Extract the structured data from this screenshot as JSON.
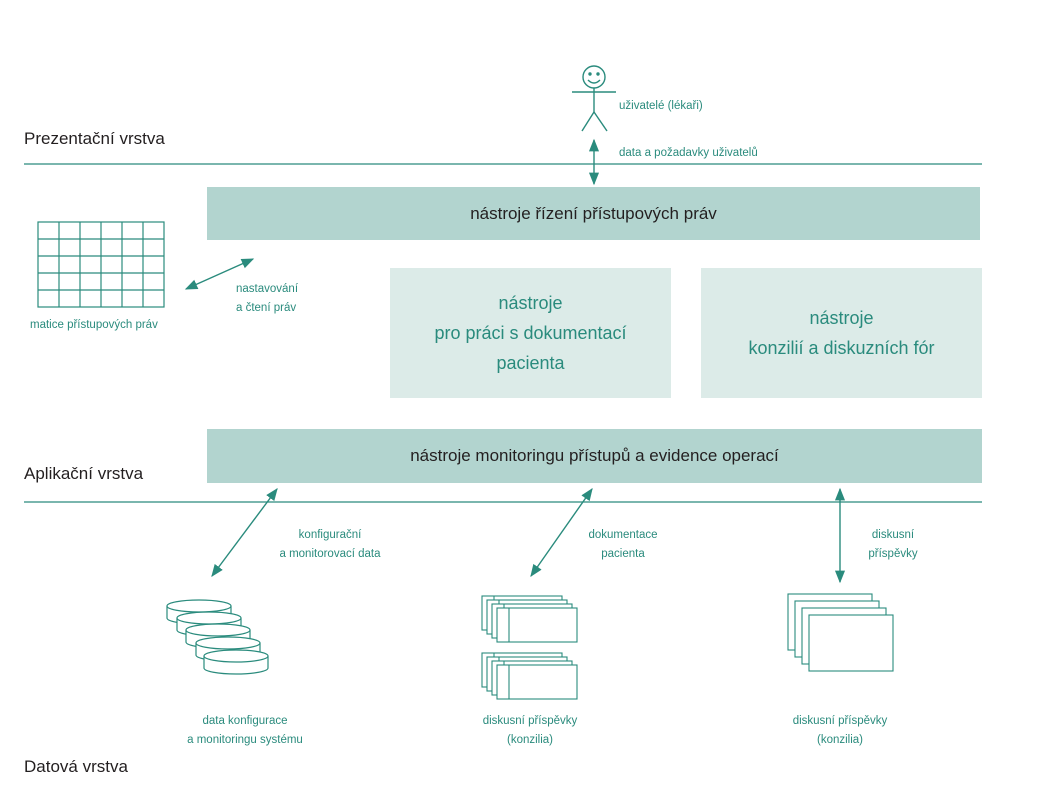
{
  "layers": {
    "presentation": "Prezentační vrstva",
    "application": "Aplikační vrstva",
    "data": "Datová vrstva"
  },
  "user": {
    "label": "uživatelé (lékaři)",
    "flow_label": "data a požadavky uživatelů"
  },
  "boxes": {
    "rights_tools": "nástroje řízení přístupových práv",
    "documentation_tools": [
      "nástroje",
      "pro práci s dokumentací",
      "pacienta"
    ],
    "consilium_tools": [
      "nástroje",
      "konzilií a diskuzních fór"
    ],
    "monitoring_tools": "nástroje monitoringu přístupů a evidence operací"
  },
  "matrix": {
    "label": "matice přístupových práv",
    "arrow_label": [
      "nastavování",
      "a čtení práv"
    ]
  },
  "arrows": {
    "config": [
      "konfigurační",
      "a monitorovací data"
    ],
    "documentation": [
      "dokumentace",
      "pacienta"
    ],
    "discussion": [
      "diskusní",
      "příspěvky"
    ]
  },
  "data_stores": {
    "config": [
      "data konfigurace",
      "a monitoringu systému"
    ],
    "posts_a": [
      "diskusní příspěvky",
      "(konzilia)"
    ],
    "posts_b": [
      "diskusní příspěvky",
      "(konzilia)"
    ]
  },
  "colors": {
    "accent": "#2a8b7d",
    "box_dark": "#b2d4cf",
    "box_light": "#dcebe8",
    "text": "#231f20"
  },
  "icons": [
    "user-icon",
    "matrix-grid-icon",
    "database-stack-icon",
    "document-stack-icon",
    "discussion-pages-icon"
  ]
}
